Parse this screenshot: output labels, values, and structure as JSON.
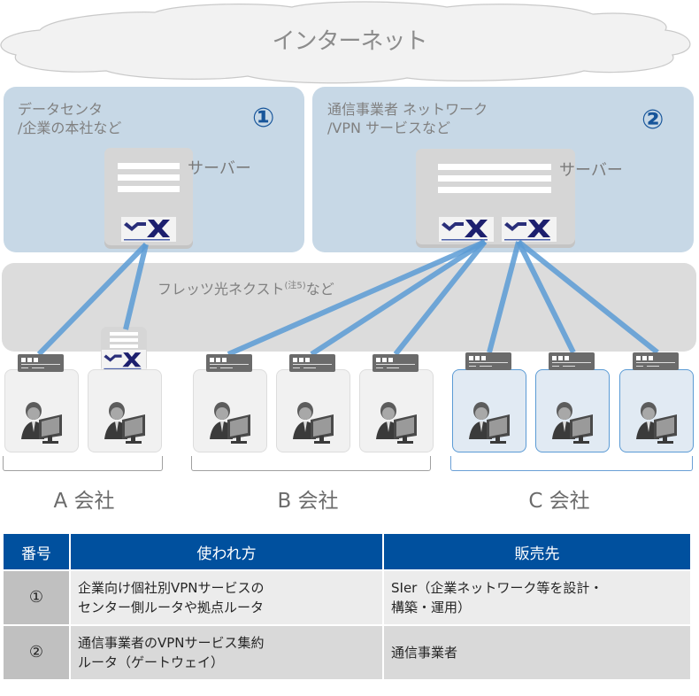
{
  "internet": {
    "label": "インターネット"
  },
  "zones": [
    {
      "title": "データセンタ\n/企業の本社など",
      "number": "①",
      "server_label": "サーバー",
      "router_count": 1
    },
    {
      "title": "通信事業者 ネットワーク\n/VPN サービスなど",
      "number": "②",
      "server_label": "サーバー",
      "router_count": 2
    }
  ],
  "network": {
    "label": "フレッツ光ネクスト",
    "note": "(注5)",
    "suffix": "など"
  },
  "companies": [
    {
      "name": "A 会社",
      "users": 2,
      "highlight": false
    },
    {
      "name": "B 会社",
      "users": 3,
      "highlight": false
    },
    {
      "name": "C 会社",
      "users": 3,
      "highlight": true
    }
  ],
  "icons": {
    "server": "server-icon",
    "router": "router-icon",
    "vfx_router": "vfx-logo-icon",
    "user": "user-at-computer-icon",
    "cloud": "cloud-icon"
  },
  "colors": {
    "zone_bg": "#c7d8e6",
    "band_bg": "#dcdcdc",
    "link_line": "#5b9bd5",
    "number_badge": "#17559a",
    "table_header": "#00509e",
    "highlight_border": "#5b9bd5"
  },
  "table": {
    "headers": [
      "番号",
      "使われ方",
      "販売先"
    ],
    "rows": [
      {
        "num": "①",
        "usage": "企業向け個社別VPNサービスの\nセンター側ルータや拠点ルータ",
        "buyer": "SIer（企業ネットワーク等を設計・\n構築・運用）"
      },
      {
        "num": "②",
        "usage": "通信事業者のVPNサービス集約\nルータ（ゲートウェイ）",
        "buyer": "通信事業者"
      }
    ]
  }
}
